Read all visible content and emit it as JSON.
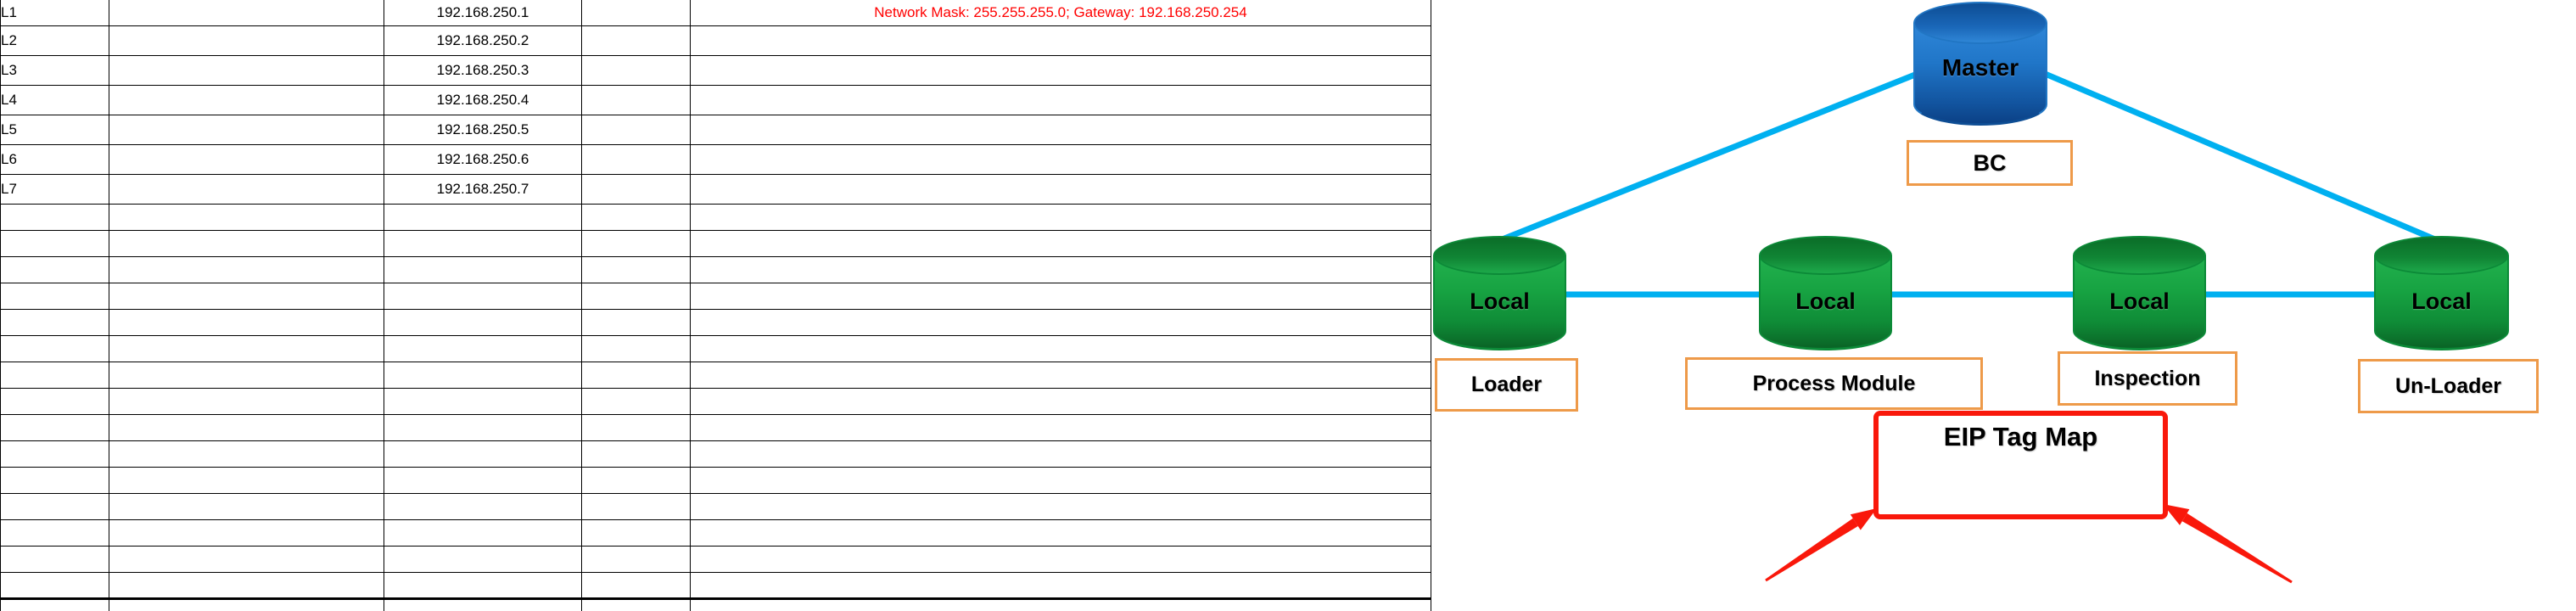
{
  "colors": {
    "grid_black": "#000000",
    "note_red": "#FF0000",
    "connector_blue": "#00B0F0",
    "label_box_orange": "#EE9A49",
    "eip_red": "#F9180B",
    "master_blue": "#1A67B8",
    "local_green": "#17A342"
  },
  "table": {
    "rows": [
      {
        "label": "L1",
        "ip": "192.168.250.1",
        "note": "Network Mask: 255.255.255.0; Gateway: 192.168.250.254"
      },
      {
        "label": "L2",
        "ip": "192.168.250.2",
        "note": ""
      },
      {
        "label": "L3",
        "ip": "192.168.250.3",
        "note": ""
      },
      {
        "label": "L4",
        "ip": "192.168.250.4",
        "note": ""
      },
      {
        "label": "L5",
        "ip": "192.168.250.5",
        "note": ""
      },
      {
        "label": "L6",
        "ip": "192.168.250.6",
        "note": ""
      },
      {
        "label": "L7",
        "ip": "192.168.250.7",
        "note": ""
      },
      {
        "label": "",
        "ip": "",
        "note": ""
      },
      {
        "label": "",
        "ip": "",
        "note": ""
      },
      {
        "label": "",
        "ip": "",
        "note": ""
      },
      {
        "label": "",
        "ip": "",
        "note": ""
      },
      {
        "label": "",
        "ip": "",
        "note": ""
      },
      {
        "label": "",
        "ip": "",
        "note": ""
      },
      {
        "label": "",
        "ip": "",
        "note": ""
      },
      {
        "label": "",
        "ip": "",
        "note": ""
      },
      {
        "label": "",
        "ip": "",
        "note": ""
      },
      {
        "label": "",
        "ip": "",
        "note": ""
      },
      {
        "label": "",
        "ip": "",
        "note": ""
      },
      {
        "label": "",
        "ip": "",
        "note": ""
      },
      {
        "label": "",
        "ip": "",
        "note": ""
      },
      {
        "label": "",
        "ip": "",
        "note": ""
      },
      {
        "label": "",
        "ip": "",
        "note": ""
      },
      {
        "label": "",
        "ip": "",
        "note": ""
      }
    ]
  },
  "diagram": {
    "master": {
      "db_label": "Master",
      "box_label": "BC"
    },
    "locals": [
      {
        "db_label": "Local",
        "box_label": "Loader"
      },
      {
        "db_label": "Local",
        "box_label": "Process Module"
      },
      {
        "db_label": "Local",
        "box_label": "Inspection"
      },
      {
        "db_label": "Local",
        "box_label": "Un-Loader"
      }
    ],
    "eip_box_label": "EIP Tag Map"
  }
}
